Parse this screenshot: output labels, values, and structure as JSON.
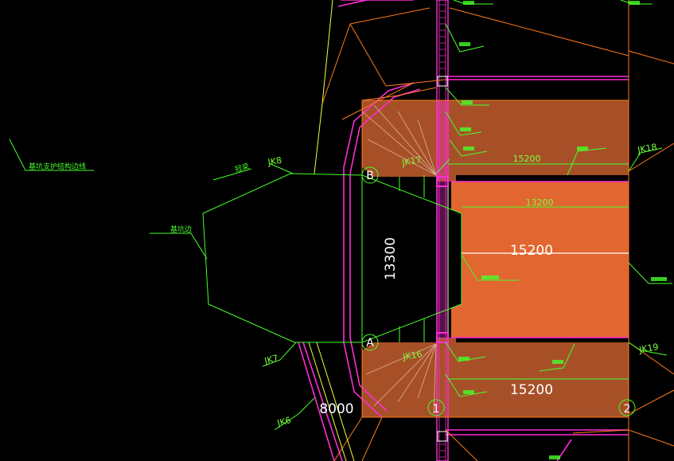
{
  "drawing": {
    "background": "#000000",
    "colors": {
      "shaded_fill": "#d9642d",
      "light_fill": "#b85a2c",
      "magenta": "#ff2bd6",
      "green": "#46ff2a",
      "orange_line": "#ff7a1a",
      "yellow_line": "#f5ff3a",
      "white": "#ffffff"
    }
  },
  "grid_axes": [
    {
      "label": "B"
    },
    {
      "label": "A"
    },
    {
      "label": "1"
    },
    {
      "label": "2"
    }
  ],
  "dimensions": {
    "width_top": "15200",
    "width_top_inner": "13200",
    "width_middle": "15200",
    "width_bottom": "15200",
    "height_vertical": "13300",
    "offset_bottom": "8000"
  },
  "manhole_tags": {
    "jk8": "JK8",
    "jk17": "JK17",
    "jk18": "JK18",
    "jk16": "JK16",
    "jk19": "JK19",
    "jk7": "JK7",
    "jk6": "JK6"
  },
  "annotations": {
    "left_note": "基坑支护结构边线",
    "left_label": "基坑边",
    "top_left_label": "冠梁"
  }
}
